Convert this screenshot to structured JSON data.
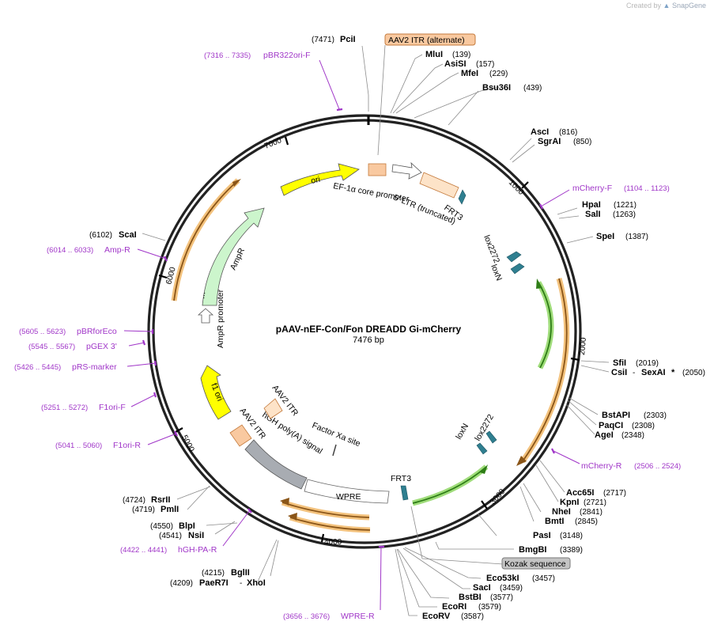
{
  "credit": {
    "prefix": "Created by",
    "brand": "SnapGene"
  },
  "plasmid": {
    "name": "pAAV-nEF-Con/Fon DREADD Gi-mCherry",
    "size_label": "7476 bp"
  },
  "ticks": [
    "1000",
    "2000",
    "3000",
    "4000",
    "5000",
    "6000",
    "7000"
  ],
  "enzymes": {
    "pcii": {
      "pos": "(7471)",
      "name": "PciI"
    },
    "mlui": {
      "name": "MluI",
      "pos": "(139)"
    },
    "asisi": {
      "name": "AsiSI",
      "pos": "(157)"
    },
    "mfei": {
      "name": "MfeI",
      "pos": "(229)"
    },
    "bsu36i": {
      "name": "Bsu36I",
      "pos": "(439)"
    },
    "ascl": {
      "name": "AscI",
      "pos": "(816)"
    },
    "sgrai": {
      "name": "SgrAI",
      "pos": "(850)"
    },
    "hpai": {
      "name": "HpaI",
      "pos": "(1221)"
    },
    "sali": {
      "name": "SalI",
      "pos": "(1263)"
    },
    "spei": {
      "name": "SpeI",
      "pos": "(1387)"
    },
    "sfii": {
      "name": "SfiI",
      "pos": "(2019)"
    },
    "csii": {
      "name": "CsiI",
      "sep": "-",
      "name2": "SexAI",
      "star": "*",
      "pos": "(2050)"
    },
    "bstapi": {
      "name": "BstAPI",
      "pos": "(2303)"
    },
    "paqci": {
      "name": "PaqCI",
      "pos": "(2308)"
    },
    "agei": {
      "name": "AgeI",
      "pos": "(2348)"
    },
    "acc65i": {
      "name": "Acc65I",
      "pos": "(2717)"
    },
    "kpni": {
      "name": "KpnI",
      "pos": "(2721)"
    },
    "nhei": {
      "name": "NheI",
      "pos": "(2841)"
    },
    "bmti": {
      "name": "BmtI",
      "pos": "(2845)"
    },
    "pasi": {
      "name": "PasI",
      "pos": "(3148)"
    },
    "bmgbi": {
      "name": "BmgBI",
      "pos": "(3389)"
    },
    "eco53ki": {
      "name": "Eco53kI",
      "pos": "(3457)"
    },
    "saci": {
      "name": "SacI",
      "pos": "(3459)"
    },
    "bstbi": {
      "name": "BstBI",
      "pos": "(3577)"
    },
    "ecori": {
      "name": "EcoRI",
      "pos": "(3579)"
    },
    "ecorv": {
      "name": "EcoRV",
      "pos": "(3587)"
    },
    "bglii": {
      "pos": "(4215)",
      "name": "BglII"
    },
    "paer7i": {
      "pos": "(4209)",
      "name": "PaeR7I",
      "sep": "-",
      "name2": "XhoI"
    },
    "blpi": {
      "pos": "(4550)",
      "name": "BlpI"
    },
    "nsii": {
      "pos": "(4541)",
      "name": "NsiI"
    },
    "rsrii": {
      "pos": "(4724)",
      "name": "RsrII"
    },
    "pmli": {
      "pos": "(4719)",
      "name": "PmlI"
    },
    "scai": {
      "pos": "(6102)",
      "name": "ScaI"
    }
  },
  "primers": {
    "pbr322ori_f": {
      "pos": "(7316 .. 7335)",
      "name": "pBR322ori-F"
    },
    "mcherry_f": {
      "name": "mCherry-F",
      "pos": "(1104 .. 1123)"
    },
    "mcherry_r": {
      "name": "mCherry-R",
      "pos": "(2506 .. 2524)"
    },
    "wpre_r": {
      "pos": "(3656 .. 3676)",
      "name": "WPRE-R"
    },
    "hgh_pa_r": {
      "pos": "(4422 .. 4441)",
      "name": "hGH-PA-R"
    },
    "f1ori_r": {
      "pos": "(5041 .. 5060)",
      "name": "F1ori-R"
    },
    "f1ori_f": {
      "pos": "(5251 .. 5272)",
      "name": "F1ori-F"
    },
    "prs_marker": {
      "pos": "(5426 .. 5445)",
      "name": "pRS-marker"
    },
    "pgex3": {
      "pos": "(5545 .. 5567)",
      "name": "pGEX 3'"
    },
    "pbrforeco": {
      "pos": "(5605 .. 5623)",
      "name": "pBRforEco"
    },
    "amp_r": {
      "pos": "(6014 .. 6033)",
      "name": "Amp-R"
    }
  },
  "features": {
    "aav2_itr_alt": "AAV2 ITR (alternate)",
    "kozak": "Kozak sequence",
    "ori": "ori",
    "ef1a": "EF-1α core promoter",
    "ltr": "5' LTR (truncated)",
    "frt3_top": "FRT3",
    "lox2272_top": "lox2272",
    "loxn_top": "loxN",
    "loxn_bot": "loxN",
    "lox2272_bot": "lox2272",
    "frt3_bot": "FRT3",
    "wpre": "WPRE",
    "factor_xa": "Factor Xa site",
    "hgh": "hGH poly(A) signal",
    "aav2_itr_inner": "AAV2 ITR",
    "aav2_itr_outer": "AAV2 ITR",
    "f1_ori": "f1 ori",
    "amp_promoter": "AmpR promoter",
    "ampr": "AmpR",
    "dots": "..."
  },
  "colors": {
    "backbone": "#222222",
    "primer": "#a036c8",
    "orange_feature": "#f9c9a0",
    "orange_arc": "#f3c27d",
    "arc_brown": "#8a5518",
    "green_arc": "#9fdc7a",
    "green_dark": "#2e7d16",
    "yellow": "#ffff00",
    "ampr_green": "#ccf5cc",
    "gray_feature": "#a8acb2",
    "teal": "#2f7f90",
    "ltr": "#fde3c8"
  }
}
